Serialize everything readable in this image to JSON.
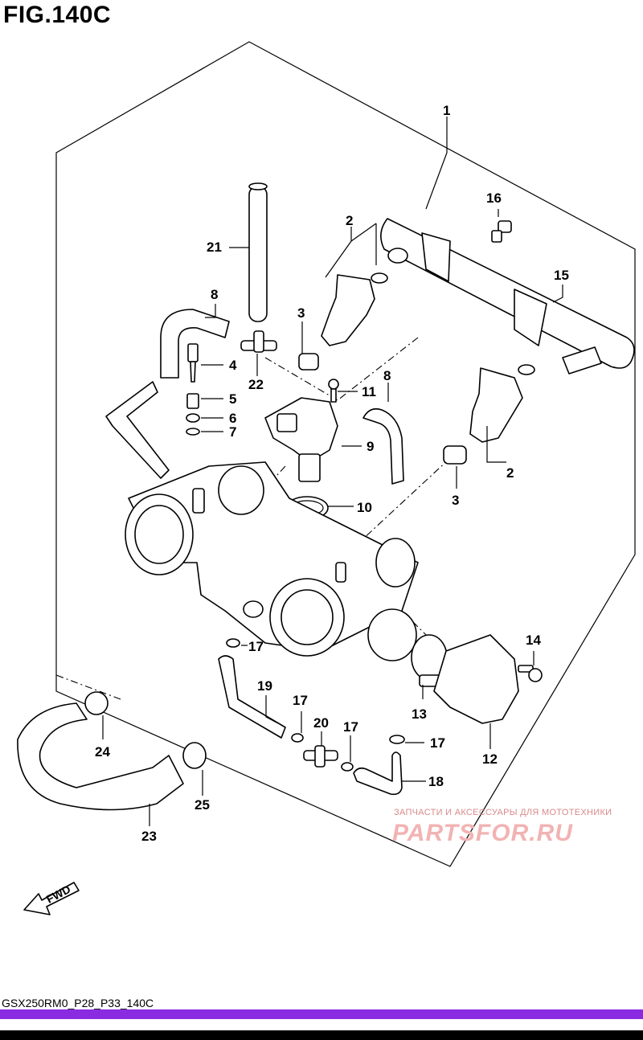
{
  "figure": {
    "title": "FIG.140C"
  },
  "callouts": [
    {
      "id": "c1",
      "text": "1"
    },
    {
      "id": "c2a",
      "text": "2"
    },
    {
      "id": "c2b",
      "text": "2"
    },
    {
      "id": "c3a",
      "text": "3"
    },
    {
      "id": "c3b",
      "text": "3"
    },
    {
      "id": "c4",
      "text": "4"
    },
    {
      "id": "c5",
      "text": "5"
    },
    {
      "id": "c6",
      "text": "6"
    },
    {
      "id": "c7",
      "text": "7"
    },
    {
      "id": "c8a",
      "text": "8"
    },
    {
      "id": "c8b",
      "text": "8"
    },
    {
      "id": "c9",
      "text": "9"
    },
    {
      "id": "c10",
      "text": "10"
    },
    {
      "id": "c11",
      "text": "11"
    },
    {
      "id": "c12",
      "text": "12"
    },
    {
      "id": "c13",
      "text": "13"
    },
    {
      "id": "c14",
      "text": "14"
    },
    {
      "id": "c15",
      "text": "15"
    },
    {
      "id": "c16",
      "text": "16"
    },
    {
      "id": "c17a",
      "text": "17"
    },
    {
      "id": "c17b",
      "text": "17"
    },
    {
      "id": "c17c",
      "text": "17"
    },
    {
      "id": "c17d",
      "text": "17"
    },
    {
      "id": "c18",
      "text": "18"
    },
    {
      "id": "c19",
      "text": "19"
    },
    {
      "id": "c20",
      "text": "20"
    },
    {
      "id": "c21",
      "text": "21"
    },
    {
      "id": "c22",
      "text": "22"
    },
    {
      "id": "c23",
      "text": "23"
    },
    {
      "id": "c24",
      "text": "24"
    },
    {
      "id": "c25",
      "text": "25"
    }
  ],
  "fwd_label": "FWD",
  "watermark": {
    "tagline": "ЗАПЧАСТИ И АКСЕССУАРЫ ДЛЯ МОТОТЕХНИКИ",
    "logo": "PARTSFOR.RU"
  },
  "footer": {
    "code": "GSX250RM0_P28_P33_140C",
    "bar_color": "#8a2be2"
  }
}
